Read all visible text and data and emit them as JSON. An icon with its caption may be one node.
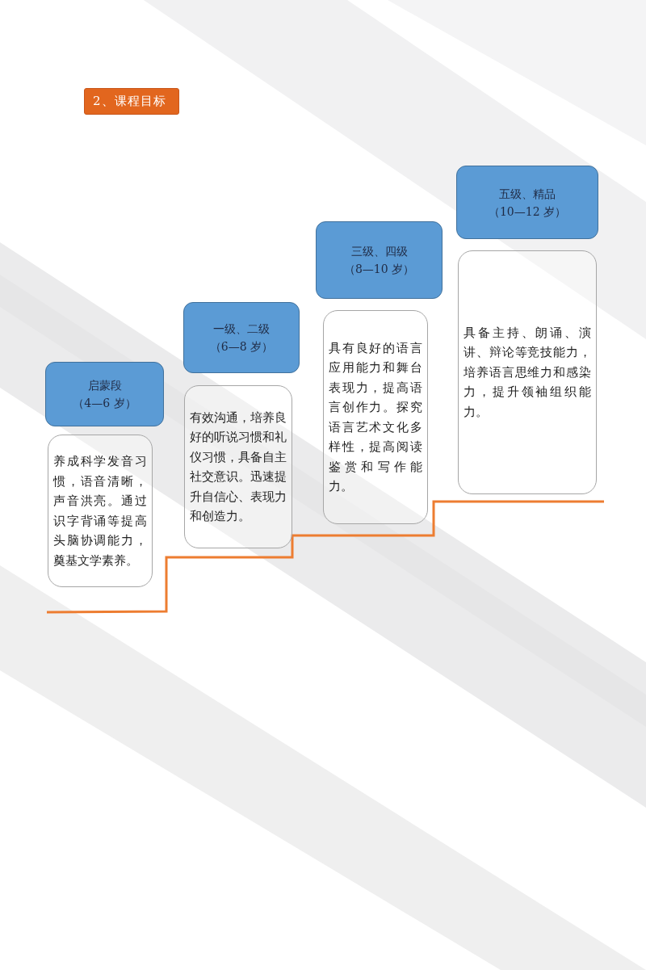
{
  "diagram": {
    "title": "2、课程目标",
    "nodes": [
      {
        "text": [
          "启蒙段",
          "（4—6 岁）"
        ]
      },
      {
        "text": [
          "养成科学发音习惯，语音清晰，声音洪亮。通过识字背诵等提高头脑协调能力，奠基文学素养。"
        ]
      },
      {
        "text": [
          "一级、二级",
          "（6—8 岁）"
        ]
      },
      {
        "text": [
          "有效沟通，培养良好的听说习惯和礼仪习惯，具备自主社交意识。迅速提升自信心、表现力和创造力。"
        ]
      },
      {
        "text": [
          "三级、四级",
          "（8—10 岁）"
        ]
      },
      {
        "text": [
          "具有良好的语言应用能力和舞台表现力，提高语言创作力。探究语言艺术文化多样性，提高阅读鉴赏和写作能力。"
        ]
      },
      {
        "text": [
          "五级、精品",
          "（10—12 岁）"
        ]
      },
      {
        "text": [
          "具备主持、朗诵、演讲、辩论等竞技能力，培养语言思维力和感染力，提升领袖组织能力。"
        ]
      }
    ]
  }
}
